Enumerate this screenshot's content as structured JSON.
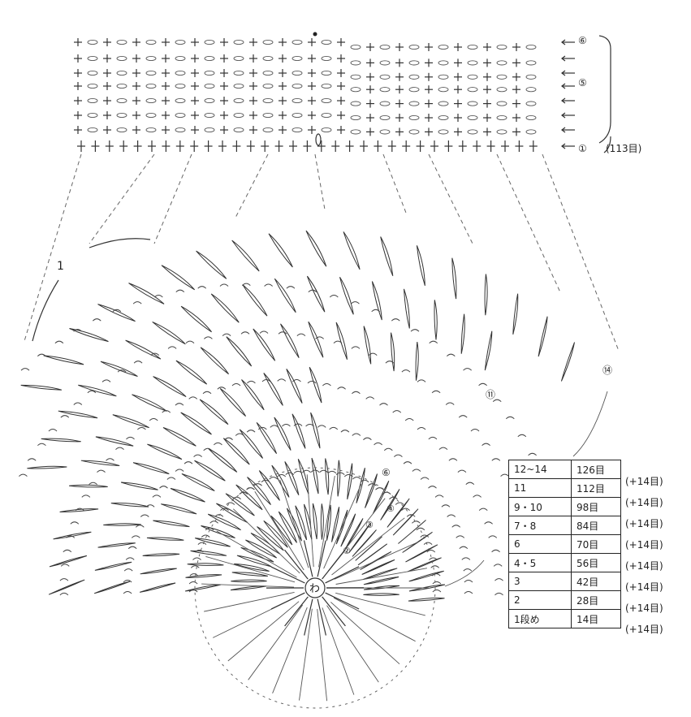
{
  "top_chart": {
    "total_label": "(113目)",
    "row_markers": [
      "⑥",
      "⑤",
      "①"
    ]
  },
  "round_labels": [
    "1",
    "⑭",
    "⑪",
    "⑥",
    "④",
    "③",
    "②"
  ],
  "center_label": "わ",
  "count_table": {
    "rows": [
      {
        "rounds": "12~14",
        "stitches": "126目"
      },
      {
        "rounds": "11",
        "stitches": "112目"
      },
      {
        "rounds": "9・10",
        "stitches": "98目"
      },
      {
        "rounds": "7・8",
        "stitches": "84目"
      },
      {
        "rounds": "6",
        "stitches": "70目"
      },
      {
        "rounds": "4・5",
        "stitches": "56目"
      },
      {
        "rounds": "3",
        "stitches": "42目"
      },
      {
        "rounds": "2",
        "stitches": "28目"
      },
      {
        "rounds": "1段め",
        "stitches": "14目"
      }
    ],
    "increments": [
      "(+14目)",
      "(+14目)",
      "(+14目)",
      "(+14目)",
      "(+14目)",
      "(+14目)",
      "(+14目)",
      "(+14目)"
    ]
  }
}
